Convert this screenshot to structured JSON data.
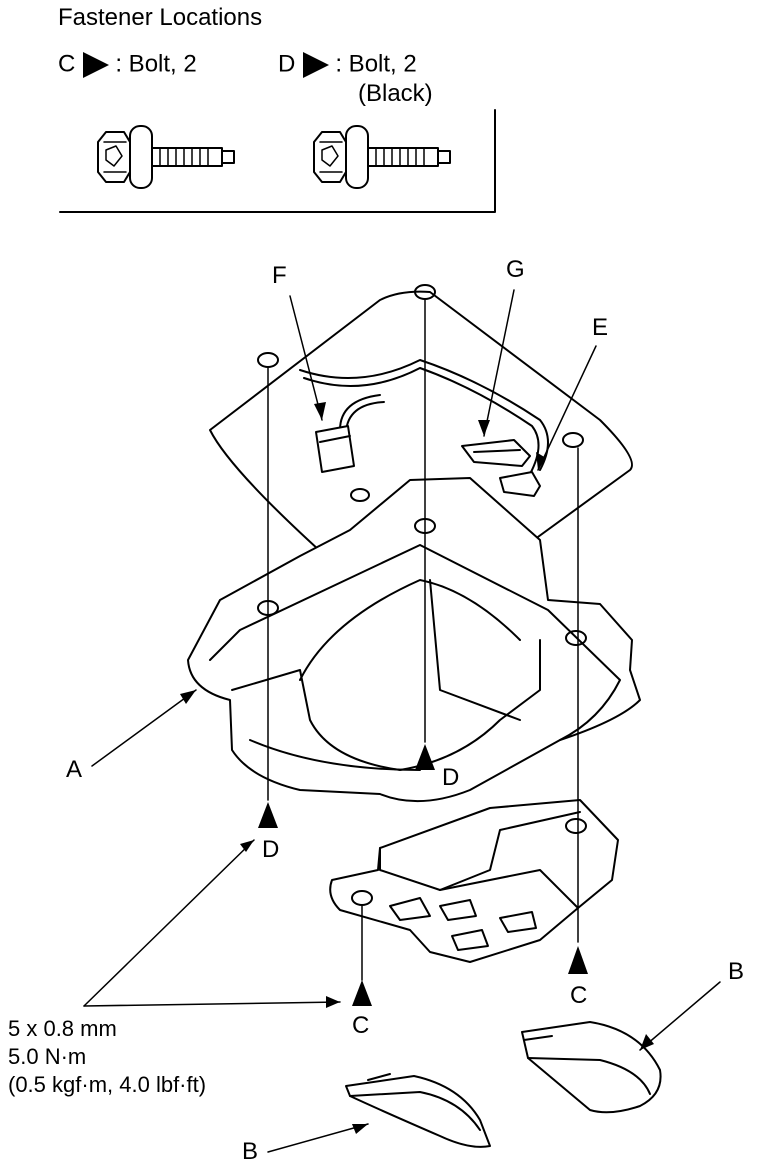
{
  "header": {
    "title": "Fastener Locations",
    "legend_c_letter": "C",
    "legend_c_desc": ": Bolt, 2",
    "legend_d_letter": "D",
    "legend_d_desc": ": Bolt, 2",
    "legend_d_note": "(Black)"
  },
  "labels": {
    "A": "A",
    "B1": "B",
    "B2": "B",
    "C1": "C",
    "C2": "C",
    "D1": "D",
    "D2": "D",
    "E": "E",
    "F": "F",
    "G": "G"
  },
  "torque_spec": {
    "line1": "5 x 0.8 mm",
    "line2": "5.0 N·m",
    "line3": "(0.5 kgf·m, 4.0 lbf·ft)"
  },
  "icons": [
    "bolt-icon",
    "pointer-triangle-icon"
  ]
}
